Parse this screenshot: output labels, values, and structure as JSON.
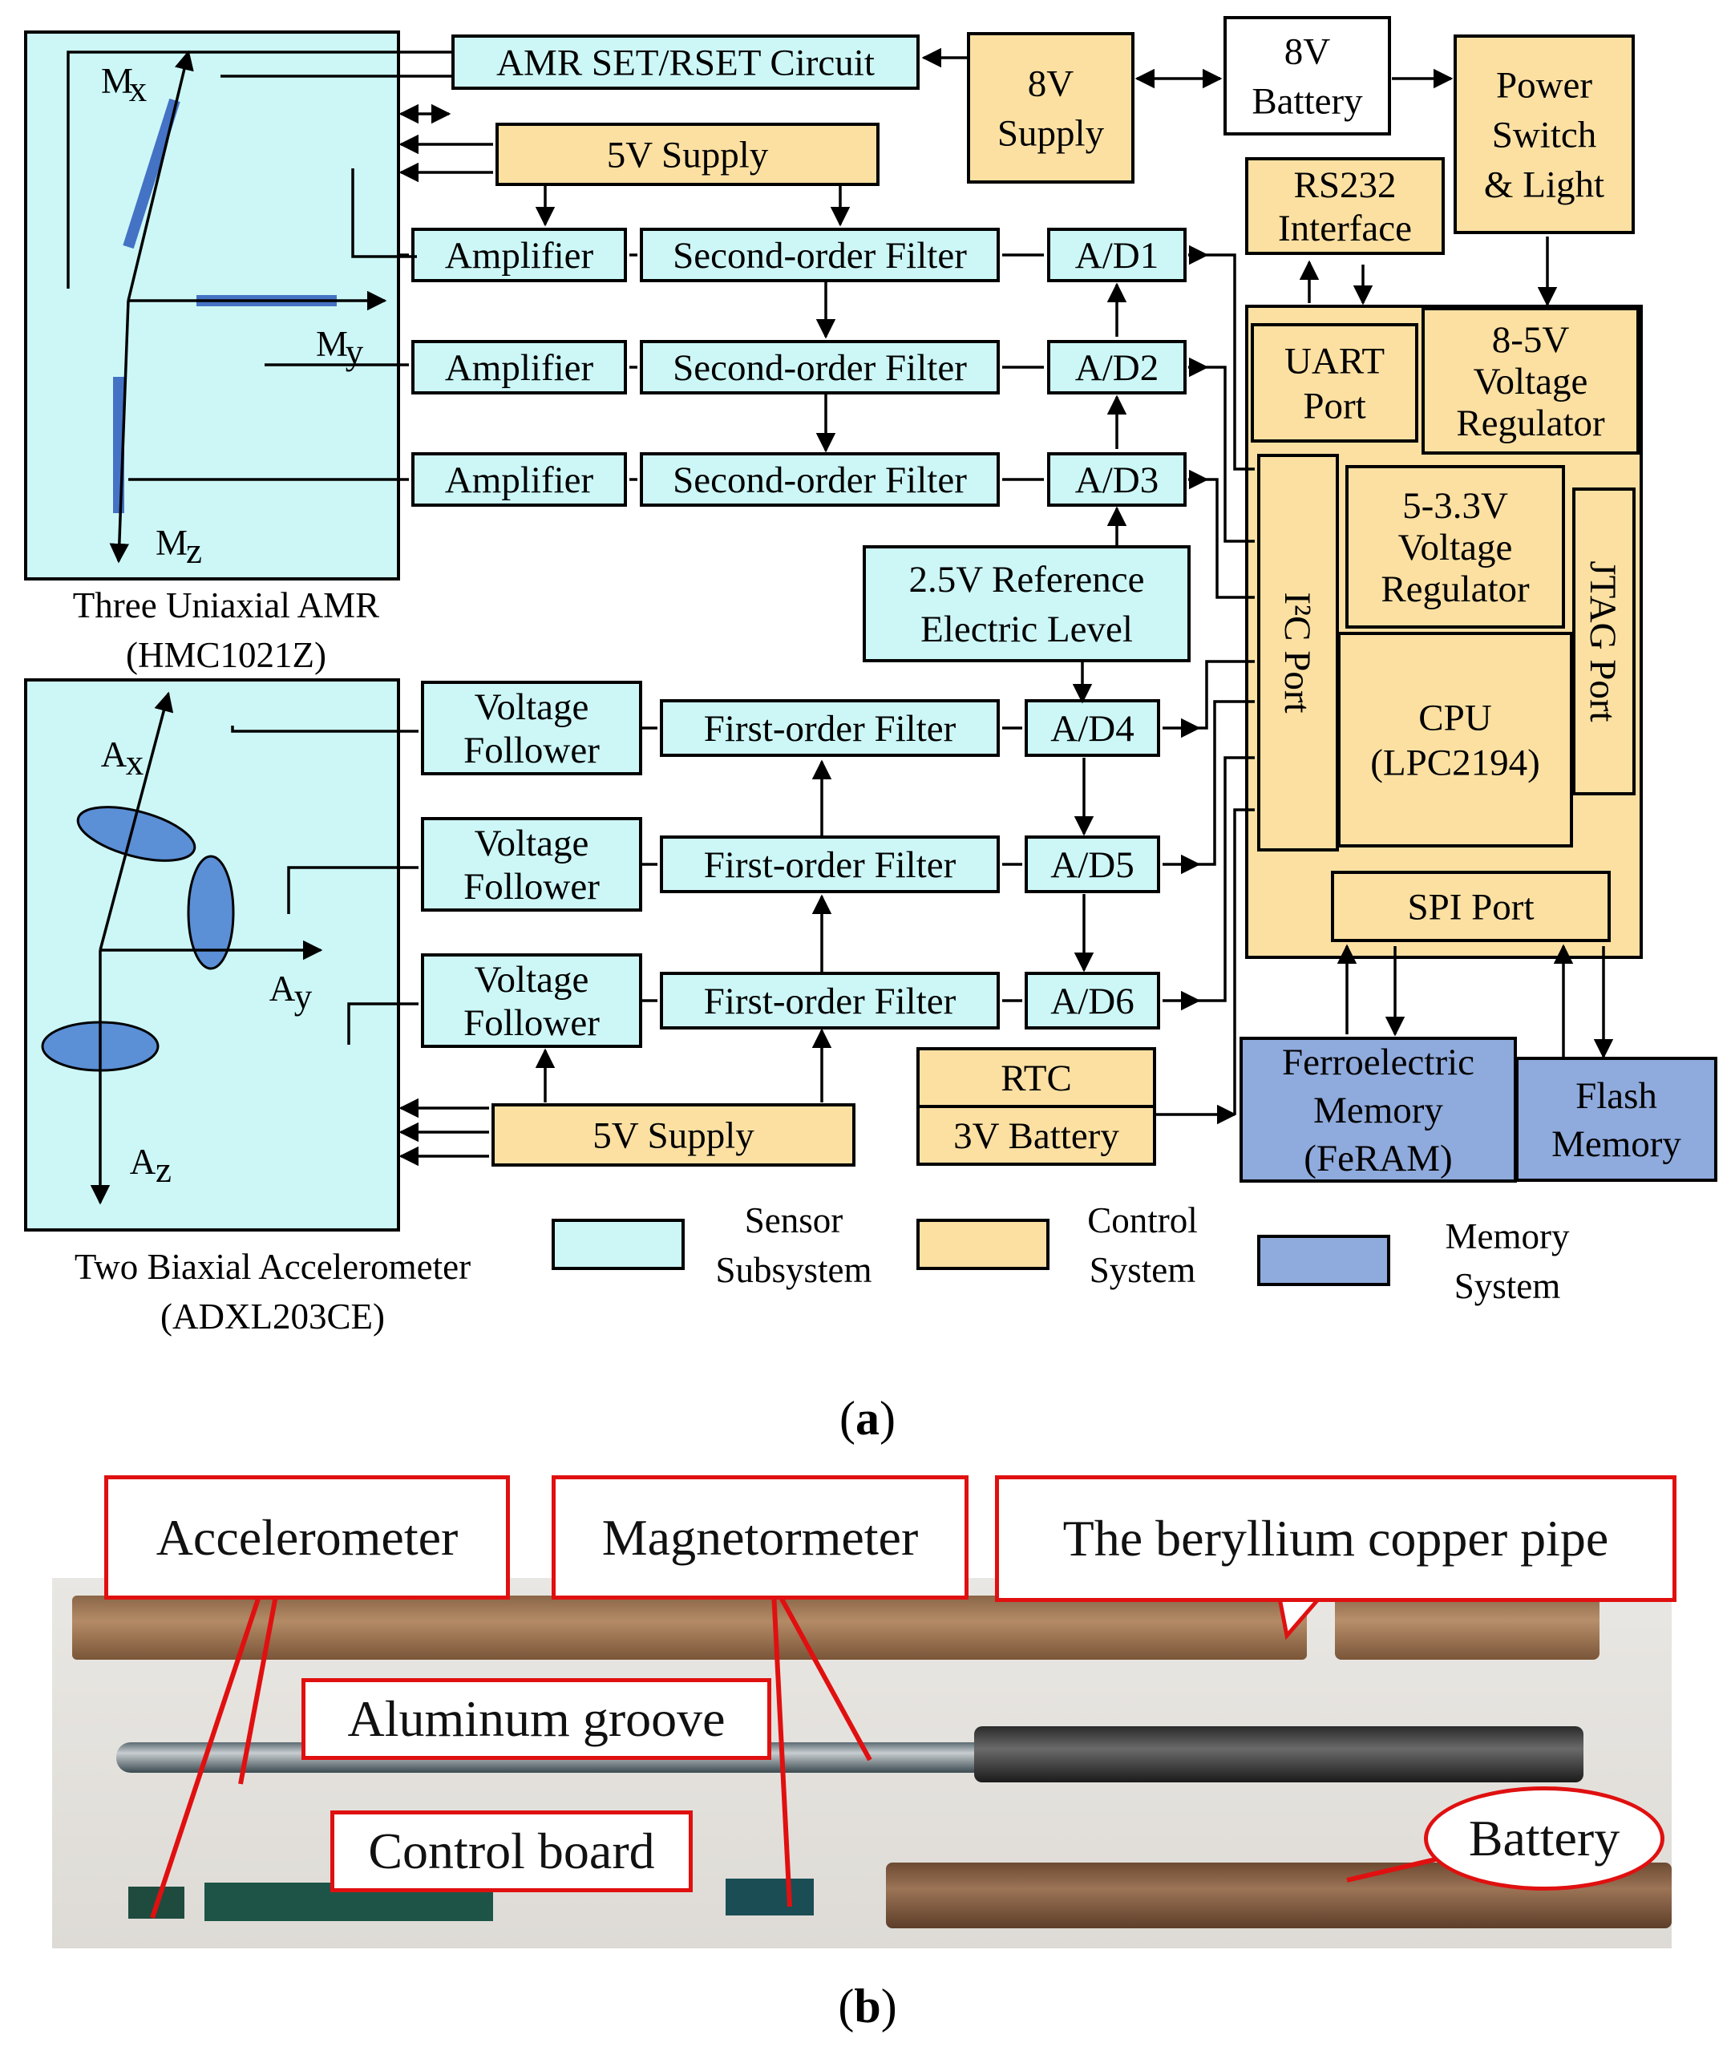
{
  "colors": {
    "sensor": "#cdf7f7",
    "control": "#fbe0a2",
    "memory": "#8faadc",
    "callout": "#e01010"
  },
  "amr": {
    "caption1": "Three Uniaxial AMR",
    "caption2": "(HMC1021Z)",
    "mx": "Mx",
    "my": "My",
    "mz": "Mz",
    "axis_sub": [
      "x",
      "y",
      "z"
    ]
  },
  "accel": {
    "caption1": "Two Biaxial Accelerometer",
    "caption2": "(ADXL203CE)",
    "ax": "A",
    "ay": "A",
    "az": "A"
  },
  "blocks": {
    "amr_set": "AMR SET/RSET Circuit",
    "supply5_top": "5V Supply",
    "supply8": [
      "8V",
      "Supply"
    ],
    "battery8": [
      "8V",
      "Battery"
    ],
    "power_switch": [
      "Power",
      "Switch",
      "& Light"
    ],
    "rs232": [
      "RS232",
      "Interface"
    ],
    "uart": [
      "UART",
      "Port"
    ],
    "reg85": [
      "8-5V",
      "Voltage",
      "Regulator"
    ],
    "reg533": [
      "5-3.3V",
      "Voltage",
      "Regulator"
    ],
    "i2c": "I²C Port",
    "jtag": "JTAG Port",
    "cpu": [
      "CPU",
      "(LPC2194)"
    ],
    "spi": "SPI Port",
    "amplifier": "Amplifier",
    "second_filter": "Second-order Filter",
    "first_filter": "First-order Filter",
    "voltage_follower": [
      "Voltage",
      "Follower"
    ],
    "ad": [
      "A/D1",
      "A/D2",
      "A/D3",
      "A/D4",
      "A/D5",
      "A/D6"
    ],
    "ref": [
      "2.5V Reference",
      "Electric Level"
    ],
    "rtc": "RTC",
    "battery3": "3V Battery",
    "supply5_bottom": "5V Supply",
    "feram": [
      "Ferroelectric",
      "Memory",
      "(FeRAM)"
    ],
    "flash": [
      "Flash",
      "Memory"
    ]
  },
  "legend": {
    "sensor": [
      "Sensor",
      "Subsystem"
    ],
    "control": [
      "Control",
      "System"
    ],
    "memory": [
      "Memory",
      "System"
    ]
  },
  "captions": {
    "a": "a",
    "b": "b"
  },
  "photo": {
    "callouts": {
      "accelerometer": "Accelerometer",
      "magnetometer": "Magnetormeter",
      "pipe": "The beryllium copper pipe",
      "groove": "Aluminum groove",
      "board": "Control board",
      "battery": "Battery"
    }
  }
}
